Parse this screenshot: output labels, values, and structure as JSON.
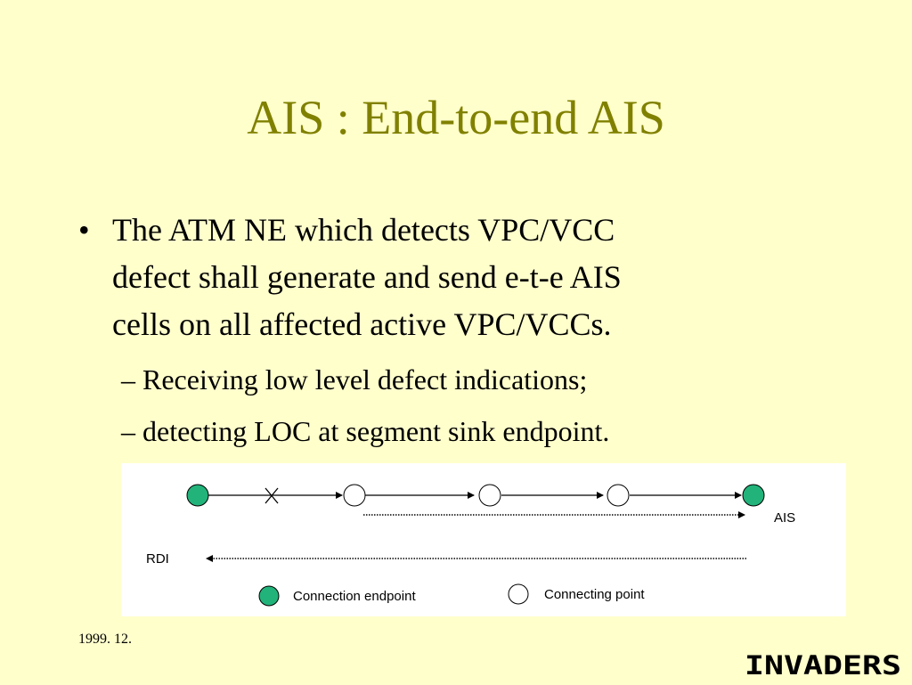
{
  "slide": {
    "title": "AIS : End-to-end AIS",
    "bullet_marker": "•",
    "bullet_lines": [
      "The ATM NE which detects VPC/VCC",
      "defect shall generate and send e-t-e AIS",
      "cells on all affected active VPC/VCCs."
    ],
    "sub_bullets": [
      "– Receiving low level defect indications;",
      "– detecting LOC at segment sink endpoint."
    ]
  },
  "diagram": {
    "ais_label": "AIS",
    "rdi_label": "RDI",
    "legend_endpoint": "Connection endpoint",
    "legend_connecting": "Connecting point",
    "endpoint_color": "#22b37a"
  },
  "footer": {
    "date": "1999. 12.",
    "logo_text": "INVADERS"
  }
}
